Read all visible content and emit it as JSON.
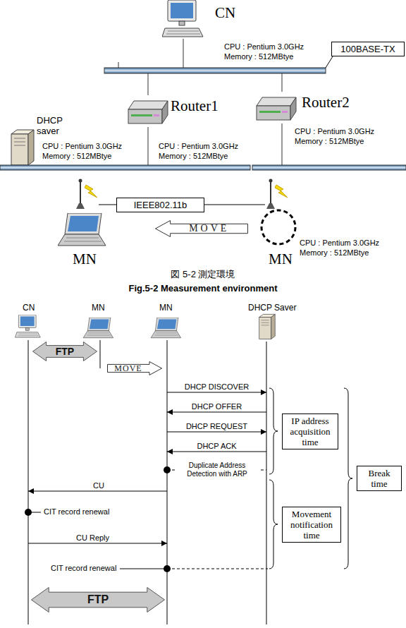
{
  "diagram": {
    "caption": "図 5-2 測定環境",
    "nodes": [
      {
        "text": [
          "100BASE-TX"
        ]
      },
      {
        "text": [
          "IEEE802.11b"
        ]
      },
      {
        "text": [
          "MOVE"
        ]
      },
      {
        "text": [
          "FTP"
        ]
      },
      {
        "text": [
          "MOVE"
        ]
      },
      {
        "text": [
          "IP address acquisition time"
        ]
      },
      {
        "text": [
          "Movement notification time"
        ]
      },
      {
        "text": [
          "Break time"
        ]
      },
      {
        "text": [
          "FTP"
        ]
      }
    ],
    "labels": [
      "CN",
      "CPU : Pentium 3.0GHz",
      "Memory : 512MBtye",
      "DHCP saver",
      "Router1",
      "Router2",
      "CPU : Pentium 3.0GHz",
      "Memory : 512MBtye",
      "CPU : Pentium 3.0GHz",
      "Memory : 512MBtye",
      "CPU : Pentium 3.0GHz",
      "Memory : 512MBtye",
      "MN",
      "MN",
      "CPU : Pentium 3.0GHz",
      "Memory : 512MBtye",
      "Fig.5-2 Measurement environment",
      "CN",
      "MN",
      "MN",
      "DHCP Saver",
      "DHCP DISCOVER",
      "DHCP OFFER",
      "DHCP REQUEST",
      "DHCP ACK",
      "Duplicate Address Detection with ARP",
      "CU",
      "CIT record renewal",
      "CU Reply",
      "CIT record renewal"
    ]
  }
}
